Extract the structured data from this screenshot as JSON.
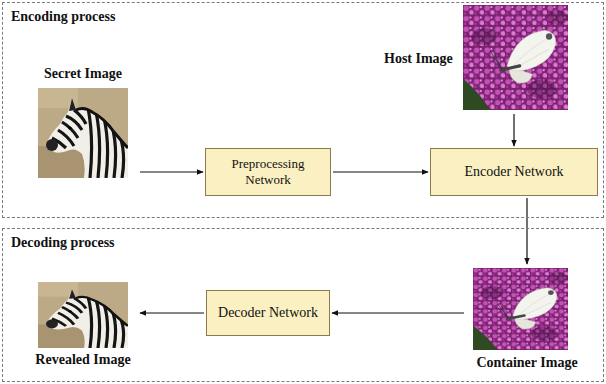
{
  "diagram": {
    "nodes": [
      {
        "text": [
          "Encoding process"
        ]
      },
      {
        "text": [
          "Secret Image"
        ],
        "in": 0
      },
      {
        "text": [
          "Preprocessing Network"
        ],
        "in": 0
      },
      {
        "text": [
          "Host Image"
        ],
        "in": 0
      },
      {
        "text": [
          "Encoder Network"
        ],
        "in": 0
      },
      {
        "text": [
          "Decoding process"
        ]
      },
      {
        "text": [
          "Container Image"
        ],
        "in": 5
      },
      {
        "text": [
          "Decoder Network"
        ],
        "in": 5
      },
      {
        "text": [
          "Revealed Image"
        ],
        "in": 5
      }
    ],
    "edges": [
      {
        "from": 1,
        "to": 2,
        "arrow": "to"
      },
      {
        "from": 2,
        "to": 4,
        "arrow": "to"
      },
      {
        "from": 3,
        "to": 4,
        "arrow": "to"
      },
      {
        "from": 4,
        "to": 6,
        "arrow": "to"
      },
      {
        "from": 6,
        "to": 7,
        "arrow": "to"
      },
      {
        "from": 7,
        "to": 8,
        "arrow": "to"
      }
    ]
  }
}
